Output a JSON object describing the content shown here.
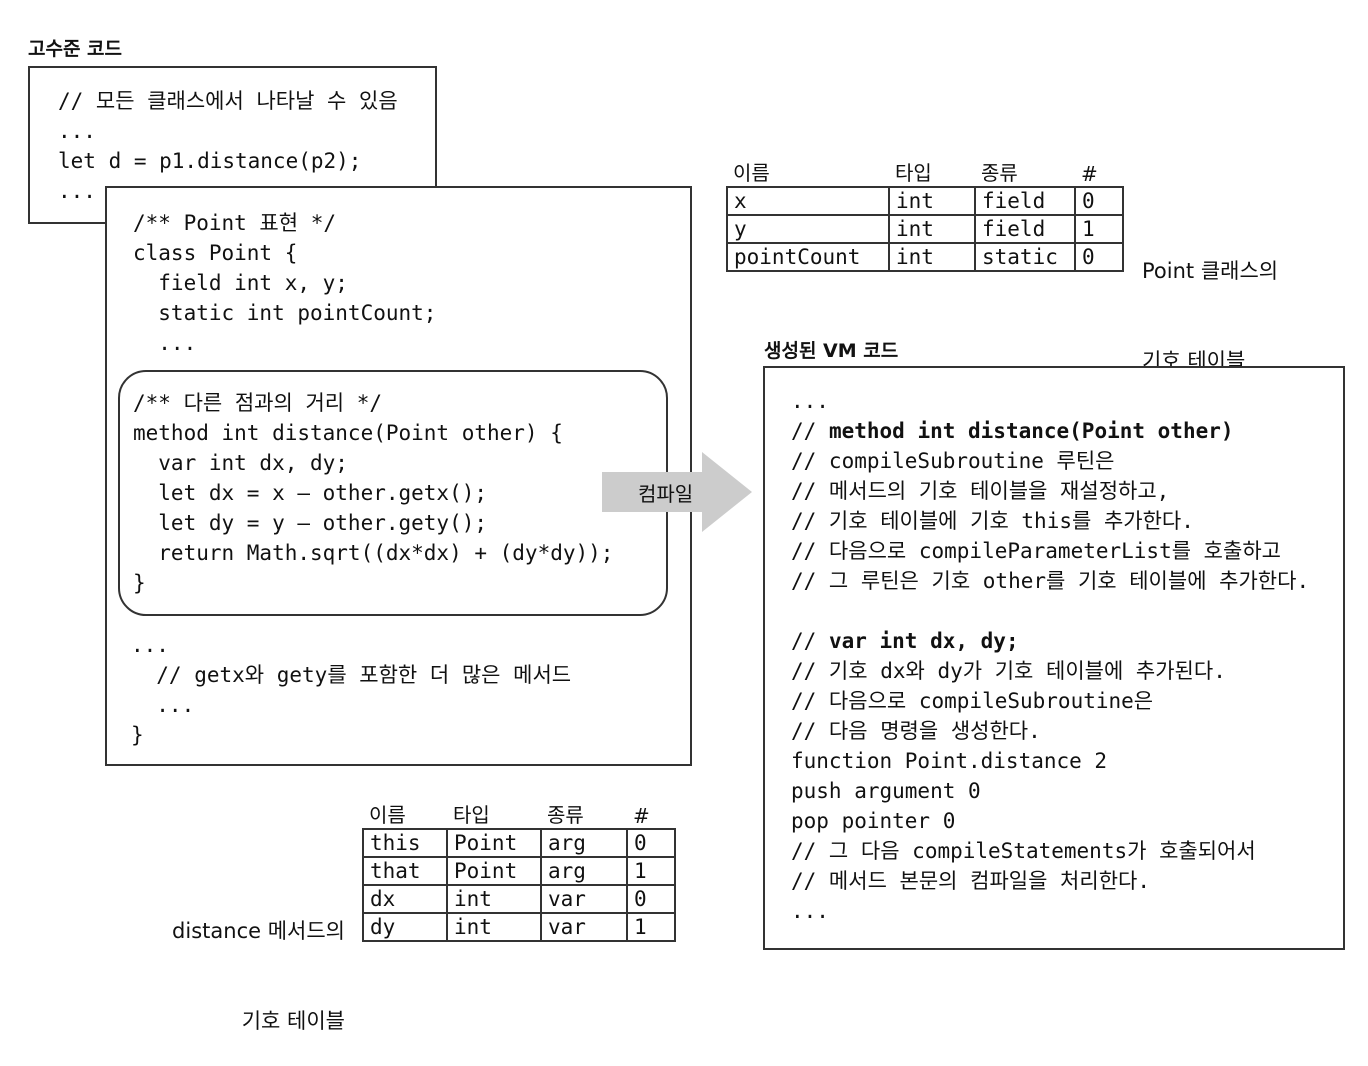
{
  "high_level_label": "고수준 코드",
  "usage_box": {
    "lines": [
      "// 모든 클래스에서 나타날 수 있음",
      "...",
      "let d = p1.distance(p2);",
      "..."
    ]
  },
  "class_box": {
    "top_lines": [
      "/** Point 표현 */",
      "class Point {",
      "  field int x, y;",
      "  static int pointCount;",
      "  ..."
    ],
    "method_lines": [
      "/** 다른 점과의 거리 */",
      "method int distance(Point other) {",
      "  var int dx, dy;",
      "  let dx = x – other.getx();",
      "  let dy = y – other.gety();",
      "  return Math.sqrt((dx*dx) + (dy*dy));",
      "}"
    ],
    "bottom_lines": [
      "...",
      "  // getx와 gety를 포함한 더 많은 메서드",
      "  ...",
      "}"
    ]
  },
  "compile_arrow_label": "컴파일",
  "class_symbol_table": {
    "headers": [
      "이름",
      "타입",
      "종류",
      "#"
    ],
    "rows": [
      [
        "x",
        "int",
        "field",
        "0"
      ],
      [
        "y",
        "int",
        "field",
        "1"
      ],
      [
        "pointCount",
        "int",
        "static",
        "0"
      ]
    ],
    "caption_lines": [
      "Point 클래스의",
      "기호 테이블"
    ]
  },
  "method_symbol_table": {
    "headers": [
      "이름",
      "타입",
      "종류",
      "#"
    ],
    "rows": [
      [
        "this",
        "Point",
        "arg",
        "0"
      ],
      [
        "that",
        "Point",
        "arg",
        "1"
      ],
      [
        "dx",
        "int",
        "var",
        "0"
      ],
      [
        "dy",
        "int",
        "var",
        "1"
      ]
    ],
    "caption_lines": [
      "distance 메서드의",
      "기호 테이블"
    ]
  },
  "vm_label": "생성된 VM 코드",
  "vm_box": {
    "lines": [
      {
        "prefix": "",
        "text": "..."
      },
      {
        "prefix": "// ",
        "text": "method int distance(Point other)",
        "bold": true
      },
      {
        "prefix": "",
        "text": "// compileSubroutine 루틴은"
      },
      {
        "prefix": "",
        "text": "// 메서드의 기호 테이블을 재설정하고,"
      },
      {
        "prefix": "",
        "text": "// 기호 테이블에 기호 this를 추가한다."
      },
      {
        "prefix": "",
        "text": "// 다음으로 compileParameterList를 호출하고"
      },
      {
        "prefix": "",
        "text": "// 그 루틴은 기호 other를 기호 테이블에 추가한다."
      },
      {
        "prefix": "",
        "text": ""
      },
      {
        "prefix": "// ",
        "text": "var int dx, dy;",
        "bold": true
      },
      {
        "prefix": "",
        "text": "// 기호 dx와 dy가 기호 테이블에 추가된다."
      },
      {
        "prefix": "",
        "text": "// 다음으로 compileSubroutine은"
      },
      {
        "prefix": "",
        "text": "// 다음 명령을 생성한다."
      },
      {
        "prefix": "",
        "text": "function Point.distance 2"
      },
      {
        "prefix": "",
        "text": "push argument 0"
      },
      {
        "prefix": "",
        "text": "pop pointer 0"
      },
      {
        "prefix": "",
        "text": "// 그 다음 compileStatements가 호출되어서"
      },
      {
        "prefix": "",
        "text": "// 메서드 본문의 컴파일을 처리한다."
      },
      {
        "prefix": "",
        "text": "..."
      }
    ]
  }
}
